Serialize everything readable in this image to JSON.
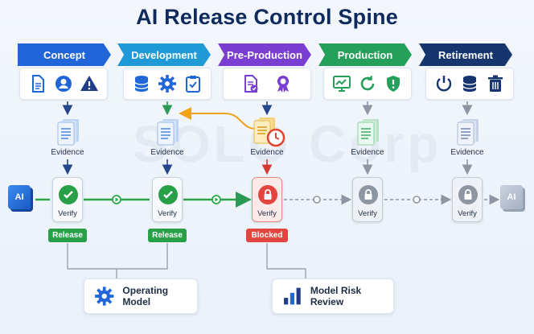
{
  "title": "AI Release Control Spine",
  "watermark": "SOLO Corp",
  "colors": {
    "concept": "#2166d8",
    "development": "#1f9ad6",
    "preproduction": "#7a3fd0",
    "production": "#24a05a",
    "retirement": "#16356f",
    "release": "#27a048",
    "blocked": "#e2453d",
    "pending": "#8e96a3"
  },
  "stages": [
    {
      "label": "Concept",
      "icons": [
        "document-icon",
        "user-icon",
        "warning-icon"
      ]
    },
    {
      "label": "Development",
      "icons": [
        "database-icon",
        "gear-icon",
        "clipboard-check-icon"
      ]
    },
    {
      "label": "Pre-Production",
      "icons": [
        "document-check-icon",
        "badge-icon"
      ]
    },
    {
      "label": "Production",
      "icons": [
        "monitor-chart-icon",
        "refresh-icon",
        "shield-icon"
      ]
    },
    {
      "label": "Retirement",
      "icons": [
        "power-icon",
        "database-icon",
        "trash-icon"
      ]
    }
  ],
  "evidence_label": "Evidence",
  "verify_label": "Verify",
  "gates": [
    {
      "state": "pass",
      "status": "Release"
    },
    {
      "state": "pass",
      "status": "Release"
    },
    {
      "state": "blocked",
      "status": "Blocked"
    },
    {
      "state": "locked",
      "status": ""
    },
    {
      "state": "locked",
      "status": ""
    }
  ],
  "ai_label": "AI",
  "bottom": {
    "operating_model": "Operating Model",
    "model_risk_review": "Model Risk Review"
  }
}
